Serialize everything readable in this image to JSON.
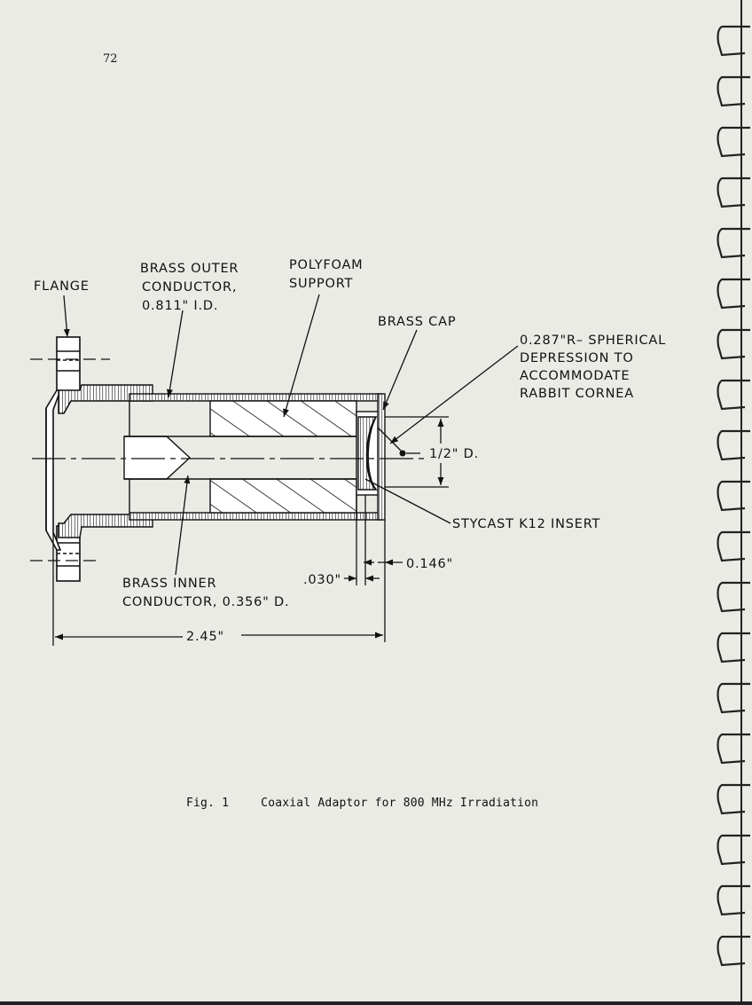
{
  "page": {
    "number": "72"
  },
  "labels": {
    "flange": "FLANGE",
    "outer_1": "BRASS OUTER",
    "outer_2": "CONDUCTOR,",
    "outer_3": "0.811\" I.D.",
    "poly_1": "POLYFOAM",
    "poly_2": "SUPPORT",
    "cap": "BRASS CAP",
    "sph_1": "0.287\"R– SPHERICAL",
    "sph_2": "DEPRESSION TO",
    "sph_3": "ACCOMMODATE",
    "sph_4": "RABBIT CORNEA",
    "half_d": "1/2\" D.",
    "insert": "STYCAST K12 INSERT",
    "d146": "0.146\"",
    "d030": ".030\"",
    "inner_1": "BRASS INNER",
    "inner_2": "CONDUCTOR, 0.356\" D.",
    "d245": "2.45\""
  },
  "caption": {
    "fig": "Fig. 1",
    "text": "Coaxial Adaptor for 800 MHz Irradiation"
  },
  "colors": {
    "ink": "#111111",
    "paper": "#ebebe6"
  }
}
